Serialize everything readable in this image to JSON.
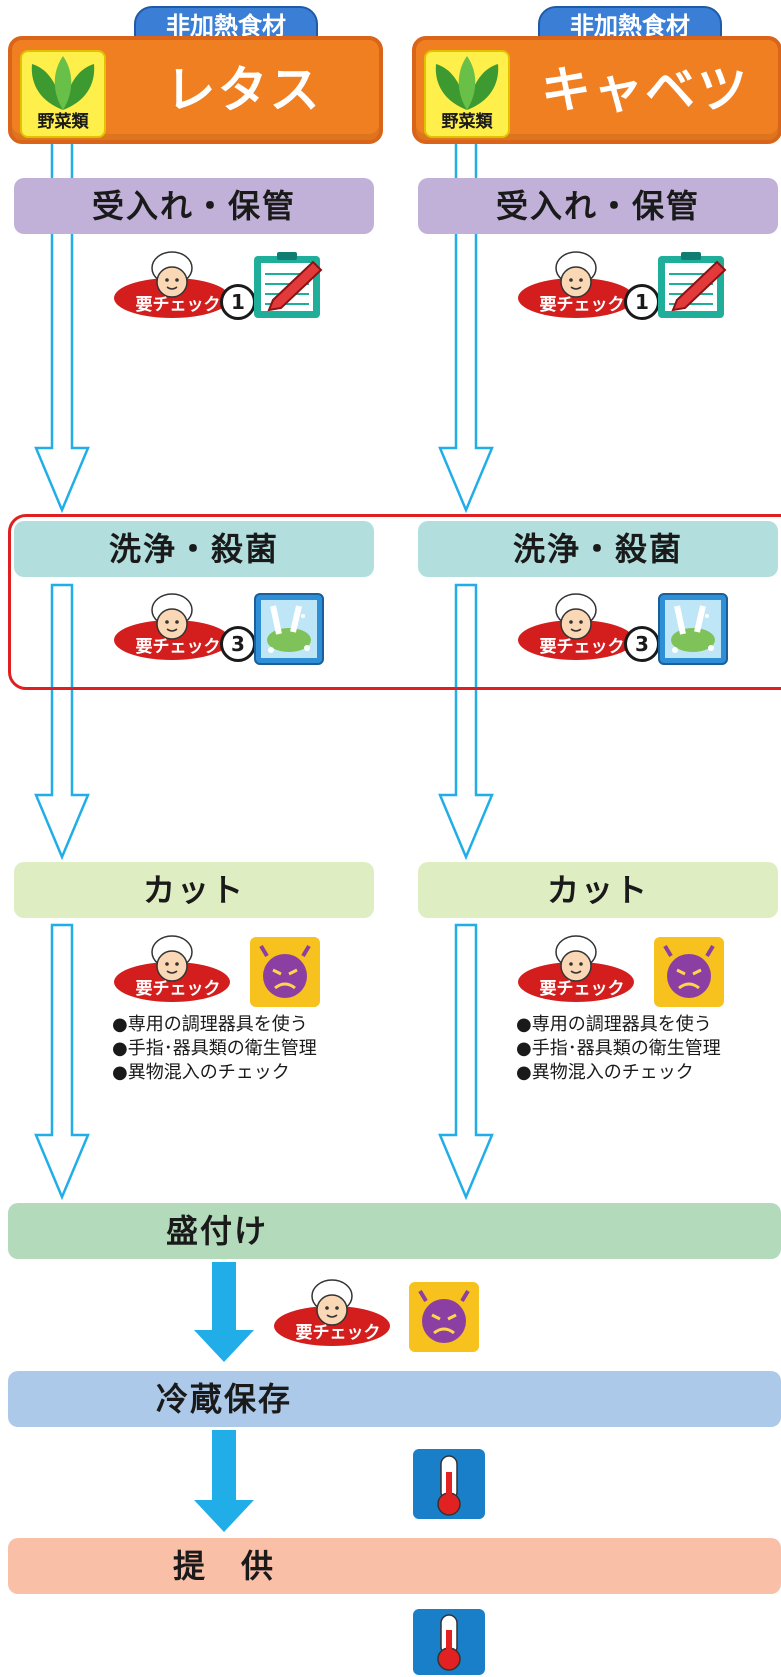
{
  "columns": [
    {
      "category": "非加熱食材",
      "group": "野菜類",
      "name": "レタス",
      "stages": {
        "receive": {
          "label": "受入れ・保管",
          "check": "要チェック",
          "number": "1"
        },
        "wash": {
          "label": "洗浄・殺菌",
          "check": "要チェック",
          "number": "3"
        },
        "cut": {
          "label": "カット",
          "check": "要チェック",
          "notes": [
            "●専用の調理器具を使う",
            "●手指･器具類の衛生管理",
            "●異物混入のチェック"
          ]
        }
      }
    },
    {
      "category": "非加熱食材",
      "group": "野菜類",
      "name": "キャベツ",
      "stages": {
        "receive": {
          "label": "受入れ・保管",
          "check": "要チェック",
          "number": "1"
        },
        "wash": {
          "label": "洗浄・殺菌",
          "check": "要チェック",
          "number": "3"
        },
        "cut": {
          "label": "カット",
          "check": "要チェック",
          "notes": [
            "●専用の調理器具を使う",
            "●手指･器具類の衛生管理",
            "●異物混入のチェック"
          ]
        }
      }
    }
  ],
  "shared": {
    "plating": {
      "label": "盛付け",
      "check": "要チェック"
    },
    "cold_storage": {
      "label": "冷蔵保存"
    },
    "serve": {
      "label": "提　供"
    }
  },
  "icons": [
    "chef-icon",
    "clipboard-icon",
    "washing-hands-icon",
    "germ-icon",
    "thermometer-icon",
    "lettuce-logo-icon",
    "arrow-down-icon"
  ],
  "colors": {
    "header_orange": "#f07f22",
    "category_blue": "#3a7fd5",
    "receive_purple": "#c1b1d9",
    "wash_cyan": "#b2dfdd",
    "cut_lime": "#dfedc2",
    "plating_green": "#b3dbbb",
    "cold_blue": "#acc9e9",
    "serve_salmon": "#f9bfa7",
    "alert_red": "#e02020",
    "arrow_cyan": "#21aee8"
  }
}
